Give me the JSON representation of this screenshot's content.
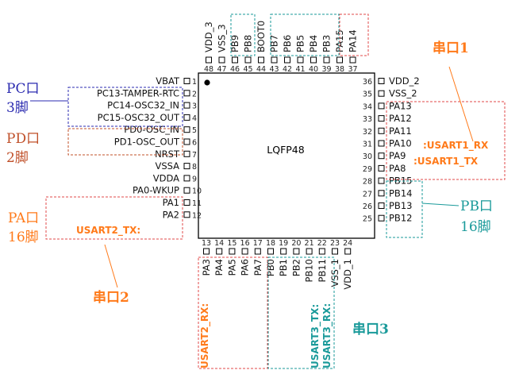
{
  "colors": {
    "orange": "#ff7a1a",
    "teal": "#1a9a9a",
    "blue": "#2b2bb0",
    "red_box": "#e04a4a",
    "brown": "#c0502a"
  },
  "package": {
    "name": "LQFP48",
    "pin1_marker": "dot"
  },
  "pins": {
    "left": [
      {
        "num": "1",
        "name": "VBAT"
      },
      {
        "num": "2",
        "name": "PC13-TAMPER-RTC"
      },
      {
        "num": "3",
        "name": "PC14-OSC32_IN"
      },
      {
        "num": "4",
        "name": "PC15-OSC32_OUT"
      },
      {
        "num": "5",
        "name": "PD0-OSC_IN"
      },
      {
        "num": "6",
        "name": "PD1-OSC_OUT"
      },
      {
        "num": "7",
        "name": "NRST"
      },
      {
        "num": "8",
        "name": "VSSA"
      },
      {
        "num": "9",
        "name": "VDDA"
      },
      {
        "num": "10",
        "name": "PA0-WKUP"
      },
      {
        "num": "11",
        "name": "PA1"
      },
      {
        "num": "12",
        "name": "PA2"
      }
    ],
    "bottom": [
      {
        "num": "13",
        "name": "PA3"
      },
      {
        "num": "14",
        "name": "PA4"
      },
      {
        "num": "15",
        "name": "PA5"
      },
      {
        "num": "16",
        "name": "PA6"
      },
      {
        "num": "17",
        "name": "PA7"
      },
      {
        "num": "18",
        "name": "PB0"
      },
      {
        "num": "19",
        "name": "PB1"
      },
      {
        "num": "20",
        "name": "PB2"
      },
      {
        "num": "21",
        "name": "PB10"
      },
      {
        "num": "22",
        "name": "PB11"
      },
      {
        "num": "23",
        "name": "VSS_1"
      },
      {
        "num": "24",
        "name": "VDD_1"
      }
    ],
    "right": [
      {
        "num": "36",
        "name": "VDD_2"
      },
      {
        "num": "35",
        "name": "VSS_2"
      },
      {
        "num": "34",
        "name": "PA13"
      },
      {
        "num": "33",
        "name": "PA12"
      },
      {
        "num": "32",
        "name": "PA11"
      },
      {
        "num": "31",
        "name": "PA10"
      },
      {
        "num": "30",
        "name": "PA9"
      },
      {
        "num": "29",
        "name": "PA8"
      },
      {
        "num": "28",
        "name": "PB15"
      },
      {
        "num": "27",
        "name": "PB14"
      },
      {
        "num": "26",
        "name": "PB13"
      },
      {
        "num": "25",
        "name": "PB12"
      }
    ],
    "top": [
      {
        "num": "48",
        "name": "VDD_3"
      },
      {
        "num": "47",
        "name": "VSS_3"
      },
      {
        "num": "46",
        "name": "PB9"
      },
      {
        "num": "45",
        "name": "PB8"
      },
      {
        "num": "44",
        "name": "BOOT0"
      },
      {
        "num": "43",
        "name": "PB7"
      },
      {
        "num": "42",
        "name": "PB6"
      },
      {
        "num": "41",
        "name": "PB5"
      },
      {
        "num": "40",
        "name": "PB4"
      },
      {
        "num": "39",
        "name": "PB3"
      },
      {
        "num": "38",
        "name": "PA15"
      },
      {
        "num": "37",
        "name": "PA14"
      }
    ]
  },
  "annotations": {
    "pc_port": {
      "line1": "PC口",
      "line2": "3脚"
    },
    "pd_port": {
      "line1": "PD口",
      "line2": "2脚"
    },
    "pa_port": {
      "line1": "PA口",
      "line2": "16脚"
    },
    "pb_port": {
      "line1": "PB口",
      "line2": "16脚"
    },
    "serial1": "串口1",
    "serial2": "串口2",
    "serial3": "串口3",
    "usart1_rx": ":USART1_RX",
    "usart1_tx": ":USART1_TX",
    "usart2_tx": "USART2_TX:",
    "usart2_rx": "USART2_RX:",
    "usart3_tx": "USART3_TX:",
    "usart3_rx": "USART3_RX:"
  }
}
